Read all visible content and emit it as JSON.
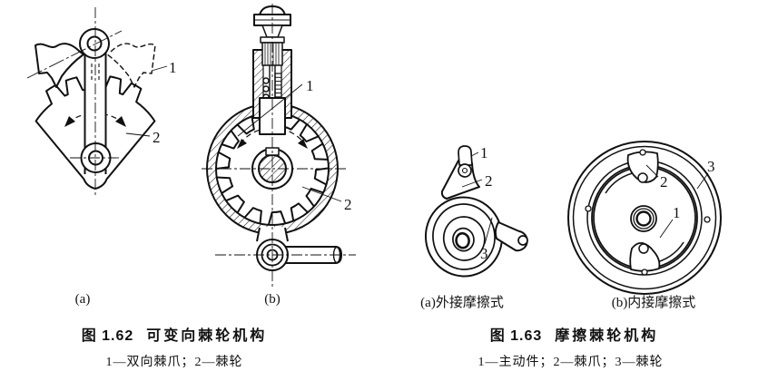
{
  "page": {
    "background": "#ffffff",
    "ink": "#111111"
  },
  "figure_162": {
    "sub_a_label": "(a)",
    "sub_b_label": "(b)",
    "caption_number": "图 1.62",
    "caption_title": "可变向棘轮机构",
    "legend": "1—双向棘爪；2—棘轮",
    "callouts": {
      "a_pawl": "1",
      "a_wheel": "2",
      "b_plunger": "1",
      "b_wheel": "2"
    }
  },
  "figure_163": {
    "sub_a_label": "(a)外接摩擦式",
    "sub_b_label": "(b)内接摩擦式",
    "caption_number": "图 1.63",
    "caption_title": "摩擦棘轮机构",
    "legend": "1—主动件；2—棘爪；3—棘轮",
    "callouts": {
      "a_driver": "1",
      "a_pawl": "2",
      "a_wheel": "3",
      "b_disc": "1",
      "b_pawl": "2",
      "b_ring": "3"
    }
  }
}
